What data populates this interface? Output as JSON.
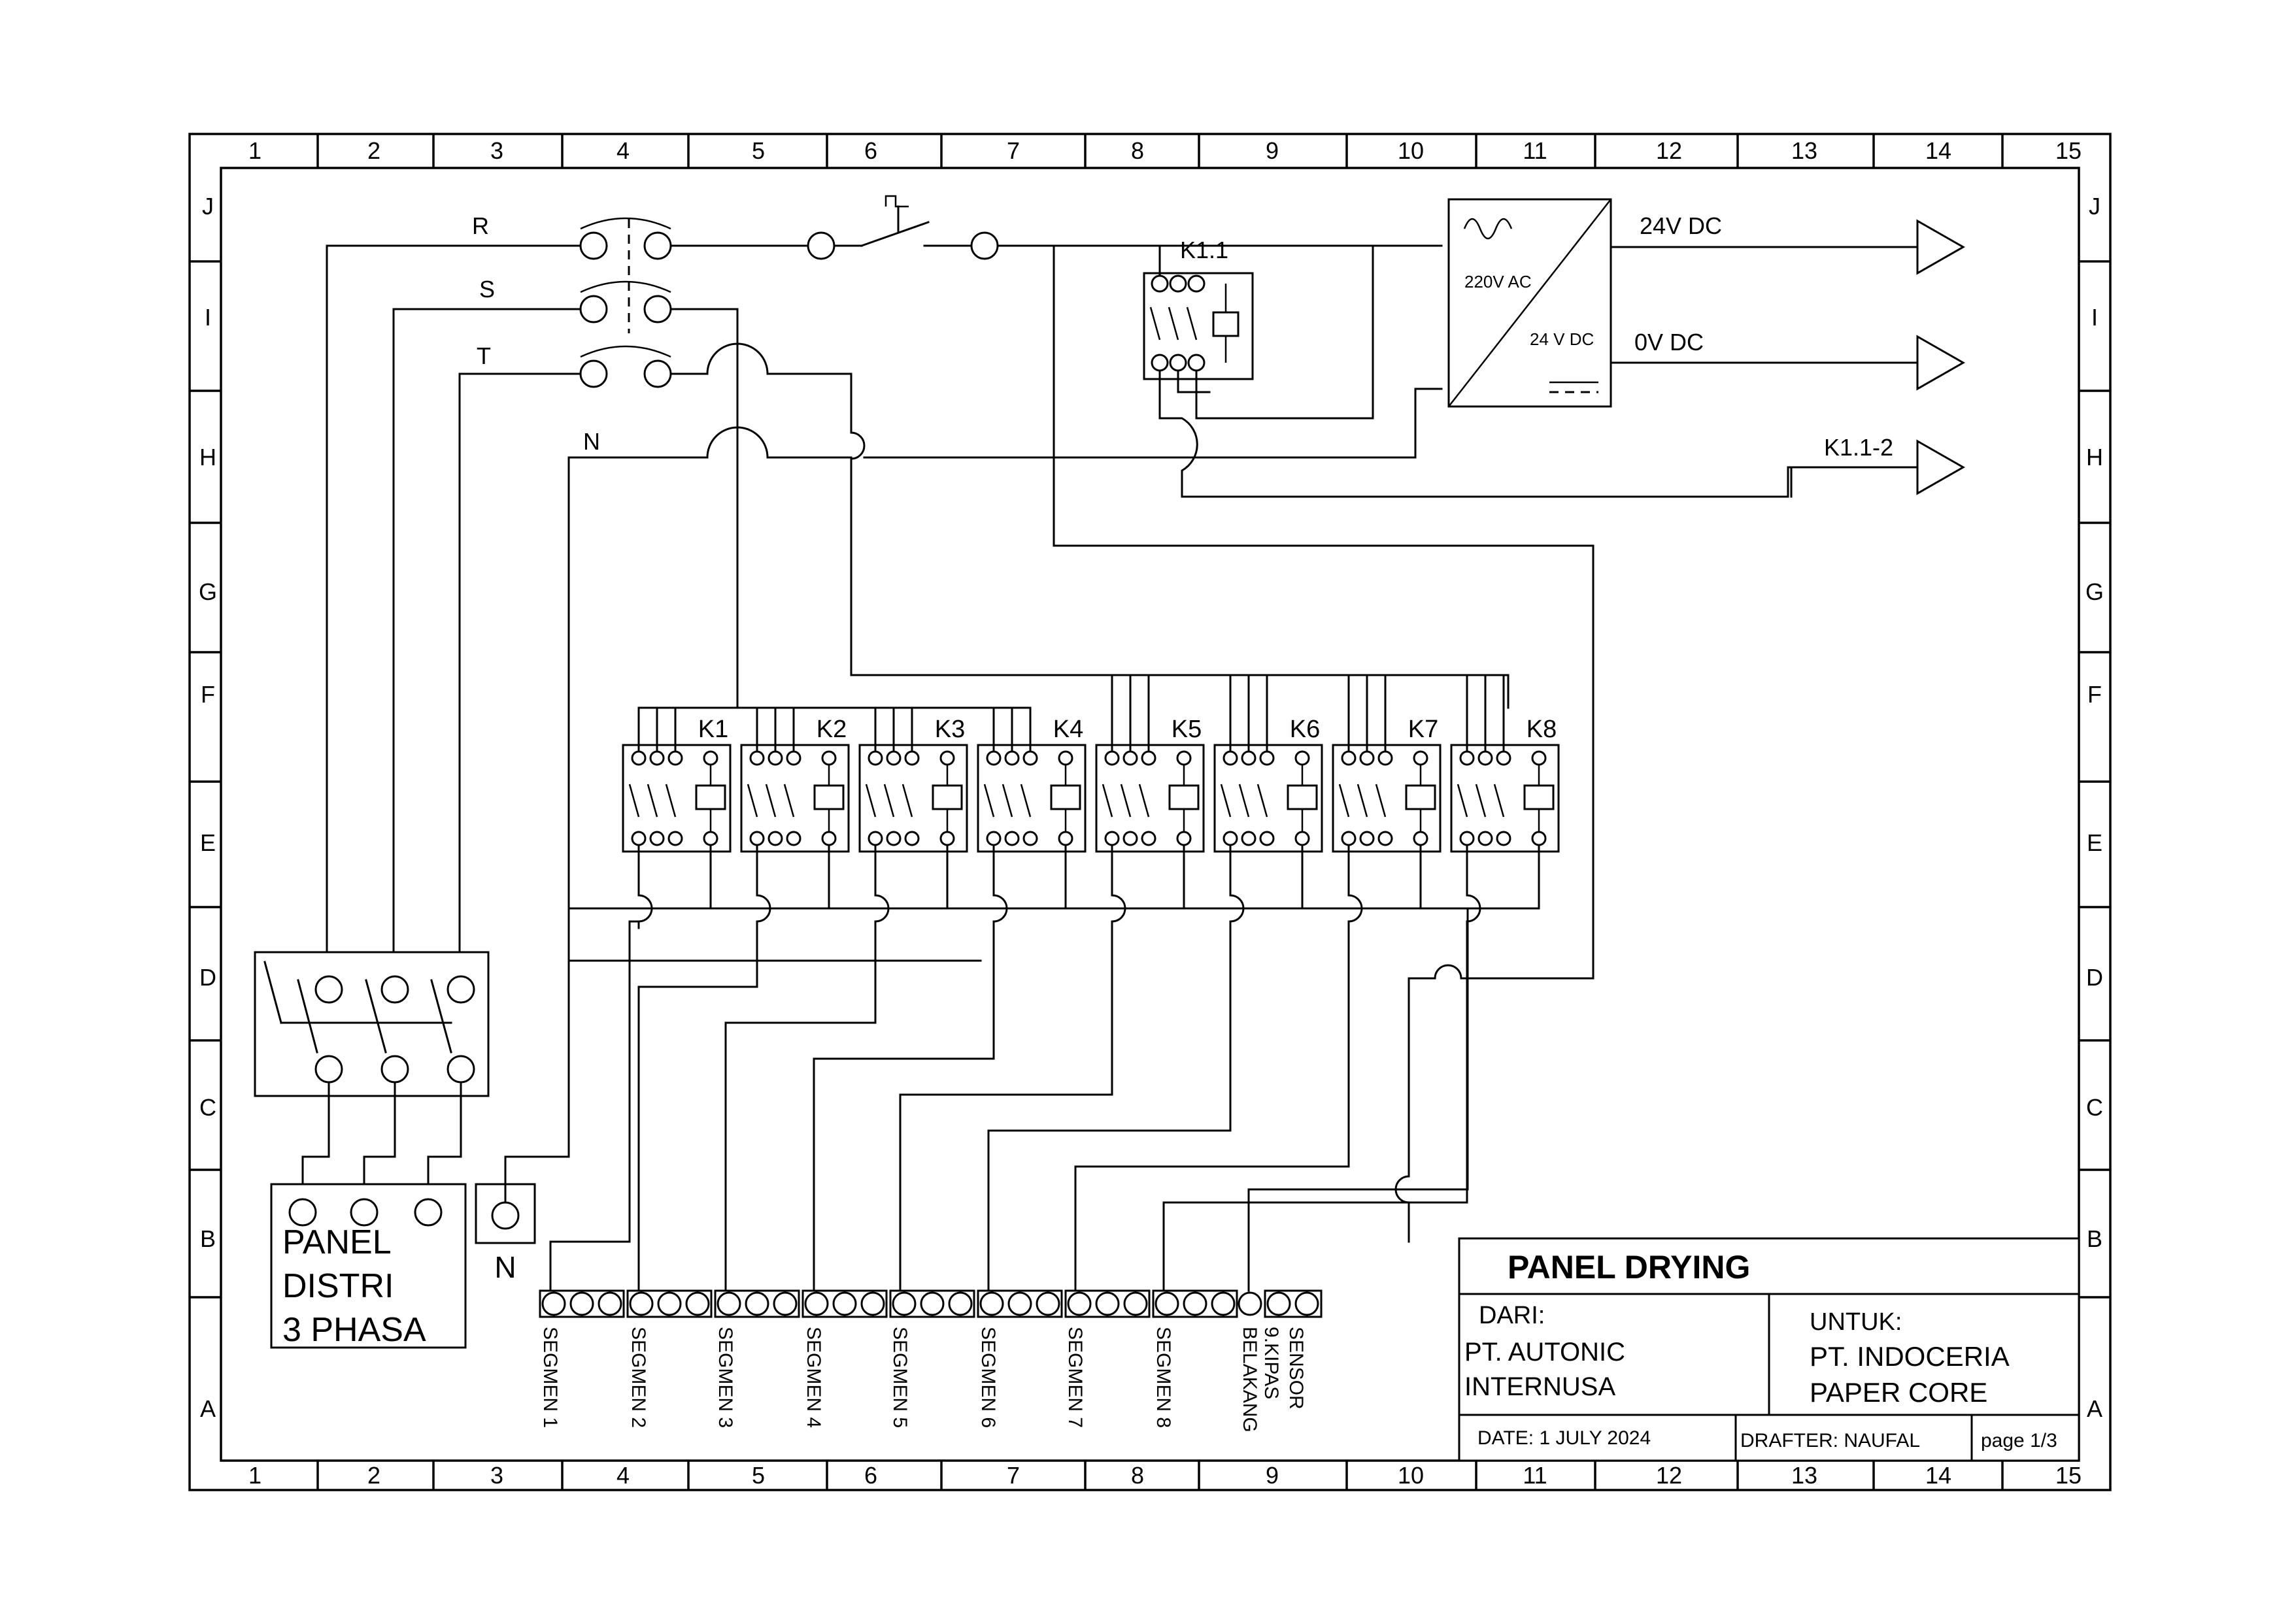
{
  "frame": {
    "columns": [
      "1",
      "2",
      "3",
      "4",
      "5",
      "6",
      "7",
      "8",
      "9",
      "10",
      "11",
      "12",
      "13",
      "14",
      "15"
    ],
    "rows": [
      "J",
      "I",
      "H",
      "G",
      "F",
      "E",
      "D",
      "C",
      "B",
      "A"
    ]
  },
  "lines": {
    "r": "R",
    "s": "S",
    "t": "T",
    "n": "N"
  },
  "contactor_main": "K1.1",
  "psu": {
    "in_label": "220V AC",
    "out_label": "24 V DC"
  },
  "outputs": [
    {
      "label": "24V DC"
    },
    {
      "label": "0V DC"
    },
    {
      "label": "K1.1-2"
    }
  ],
  "contactors": [
    "K1",
    "K2",
    "K3",
    "K4",
    "K5",
    "K6",
    "K7",
    "K8"
  ],
  "breaker_panel": {
    "lines": [
      "PANEL",
      "DISTRI",
      "3 PHASA"
    ]
  },
  "neutral_terminal": "N",
  "terminals": [
    "SEGMEN 1",
    "SEGMEN 2",
    "SEGMEN 3",
    "SEGMEN 4",
    "SEGMEN 5",
    "SEGMEN 6",
    "SEGMEN 7",
    "SEGMEN 8",
    "9.KIPAS BELAKANG",
    "SENSOR"
  ],
  "title_block": {
    "title": "PANEL DRYING",
    "from_label": "DARI:",
    "from_company": [
      "PT. AUTONIC",
      "INTERNUSA"
    ],
    "to_label": "UNTUK:",
    "to_company": [
      "PT. INDOCERIA",
      "PAPER CORE"
    ],
    "date": "DATE: 1 JULY 2024",
    "drafter": "DRAFTER: NAUFAL",
    "page": "page 1/3"
  }
}
